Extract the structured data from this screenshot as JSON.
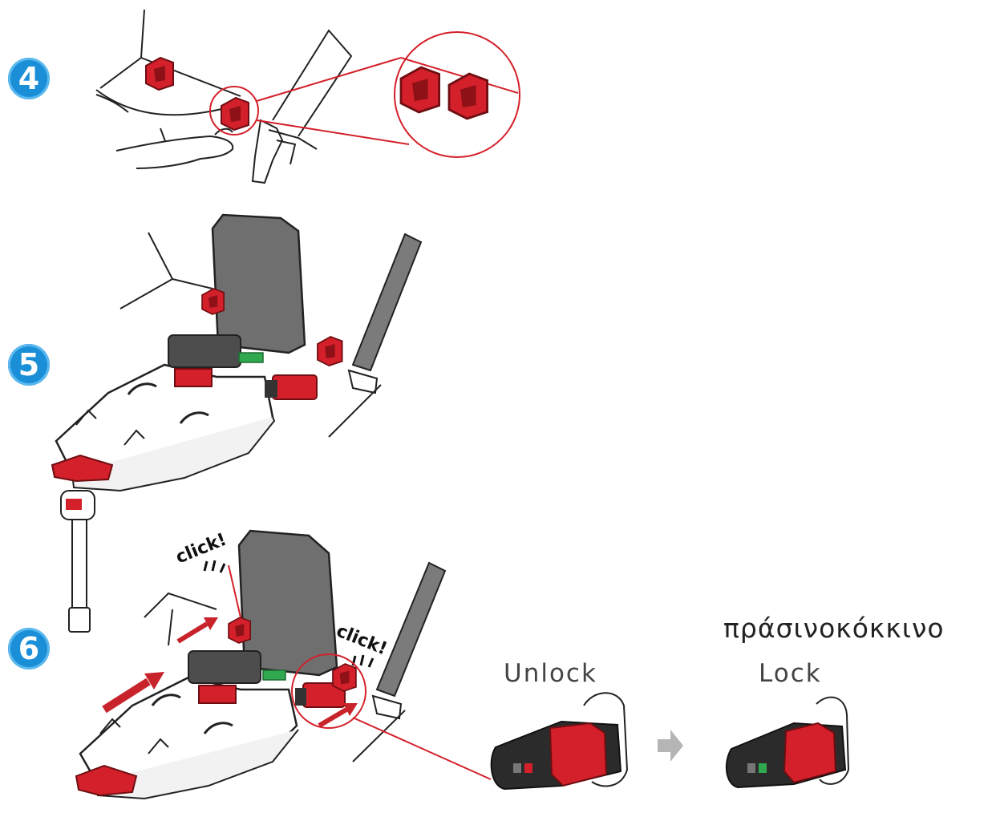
{
  "steps": [
    {
      "number": "4"
    },
    {
      "number": "5"
    },
    {
      "number": "6"
    }
  ],
  "labels": {
    "click_1": "click!",
    "click_2": "click!",
    "unlock": "Unlock",
    "lock": "Lock",
    "colors_caption": "πράσινοκόκκινο"
  },
  "colors": {
    "badge": "#1a8fd8",
    "accent_red": "#d4202a",
    "dark_grey": "#555555",
    "indicator_green": "#2fa84f"
  }
}
